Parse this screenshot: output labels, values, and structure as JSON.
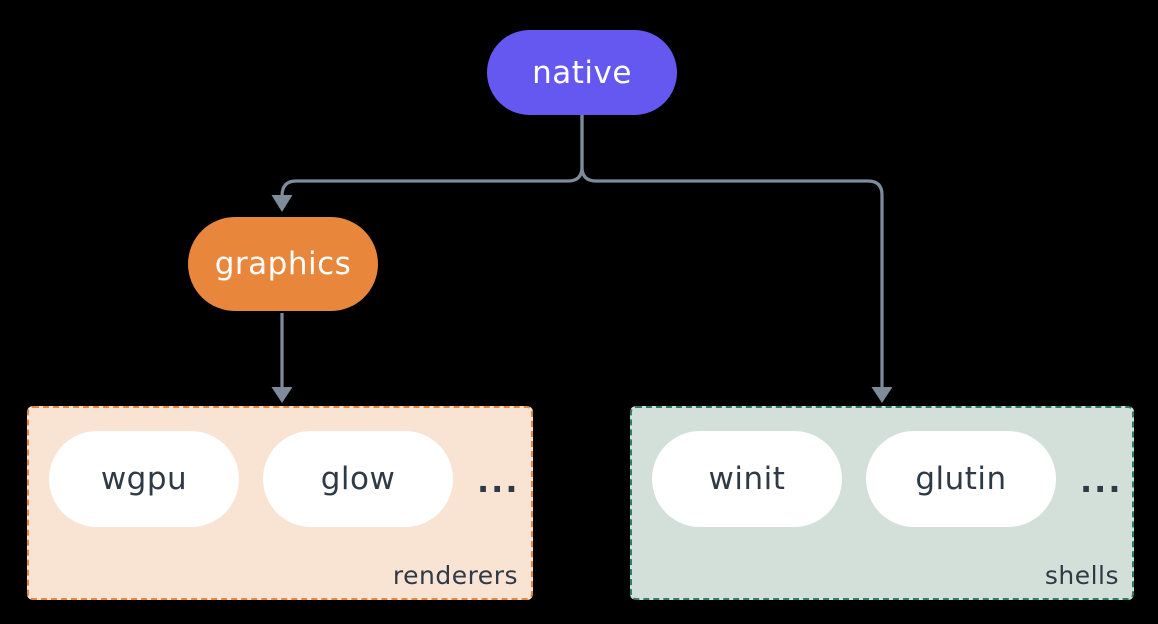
{
  "diagram": {
    "nodes": {
      "native": "native",
      "graphics": "graphics"
    },
    "groups": {
      "renderers": {
        "label": "renderers",
        "items": [
          "wgpu",
          "glow"
        ],
        "ellipsis": "..."
      },
      "shells": {
        "label": "shells",
        "items": [
          "winit",
          "glutin"
        ],
        "ellipsis": "..."
      }
    },
    "edges": [
      {
        "from": "native",
        "to": "graphics"
      },
      {
        "from": "native",
        "to": "shells"
      },
      {
        "from": "graphics",
        "to": "renderers"
      }
    ]
  },
  "colors": {
    "background": "#000000",
    "native_fill": "#6458f0",
    "graphics_fill": "#e8863c",
    "renderers_bg": "#f9e3d3",
    "renderers_border": "#e8863c",
    "shells_bg": "#d3e0da",
    "shells_border": "#2e7d6b",
    "line": "#7d8b9b",
    "ink": "#2e3a46",
    "pill_bg": "#ffffff",
    "pill_text_light": "#ffffff"
  }
}
